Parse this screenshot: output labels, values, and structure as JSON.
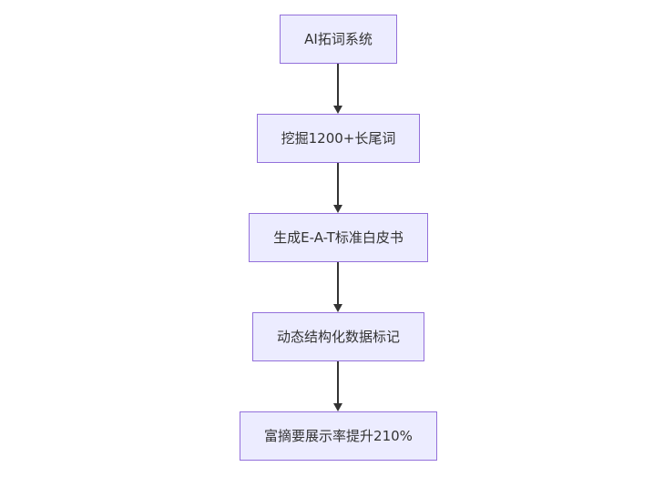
{
  "diagram": {
    "type": "flowchart-vertical",
    "nodes": [
      {
        "label": "AI拓词系统"
      },
      {
        "label": "挖掘1200+长尾词"
      },
      {
        "label": "生成E-A-T标准白皮书"
      },
      {
        "label": "动态结构化数据标记"
      },
      {
        "label": "富摘要展示率提升210%"
      }
    ],
    "edges": [
      {
        "from": 0,
        "to": 1
      },
      {
        "from": 1,
        "to": 2
      },
      {
        "from": 2,
        "to": 3
      },
      {
        "from": 3,
        "to": 4
      }
    ],
    "colors": {
      "node_fill": "#ECECFF",
      "node_border": "#9370DB",
      "node_text": "#333333",
      "arrow": "#333333",
      "background": "#ffffff"
    }
  }
}
